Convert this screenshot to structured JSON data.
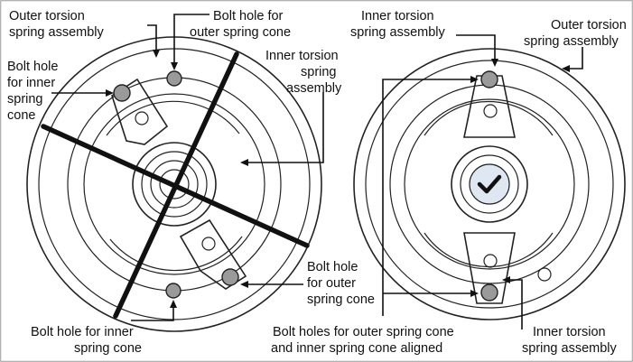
{
  "labels": {
    "outer_torsion_left": [
      "Outer torsion",
      "spring assembly"
    ],
    "bolt_outer_top": [
      "Bolt hole for",
      "outer spring cone"
    ],
    "bolt_inner_left": [
      "Bolt hole",
      "for inner",
      "spring",
      "cone"
    ],
    "inner_torsion_left": [
      "Inner torsion",
      "spring",
      "assembly"
    ],
    "bolt_outer_bottom": [
      "Bolt hole",
      "for outer",
      "spring cone"
    ],
    "bolt_inner_bottom": [
      "Bolt hole for inner",
      "spring cone"
    ],
    "inner_torsion_right_top": [
      "Inner torsion",
      "spring assembly"
    ],
    "outer_torsion_right": [
      "Outer torsion",
      "spring assembly"
    ],
    "aligned": [
      "Bolt holes for outer spring cone",
      "and inner spring cone aligned"
    ],
    "inner_torsion_right_bottom": [
      "Inner torsion",
      "spring assembly"
    ]
  },
  "icons": {
    "cross_mark": "x-mark-icon",
    "check_mark": "checkmark-icon"
  },
  "colors": {
    "line": "#111111",
    "bolt_fill": "#9a9a9a",
    "check_badge": "#dfe8f2",
    "check_glyph": "#111111"
  }
}
